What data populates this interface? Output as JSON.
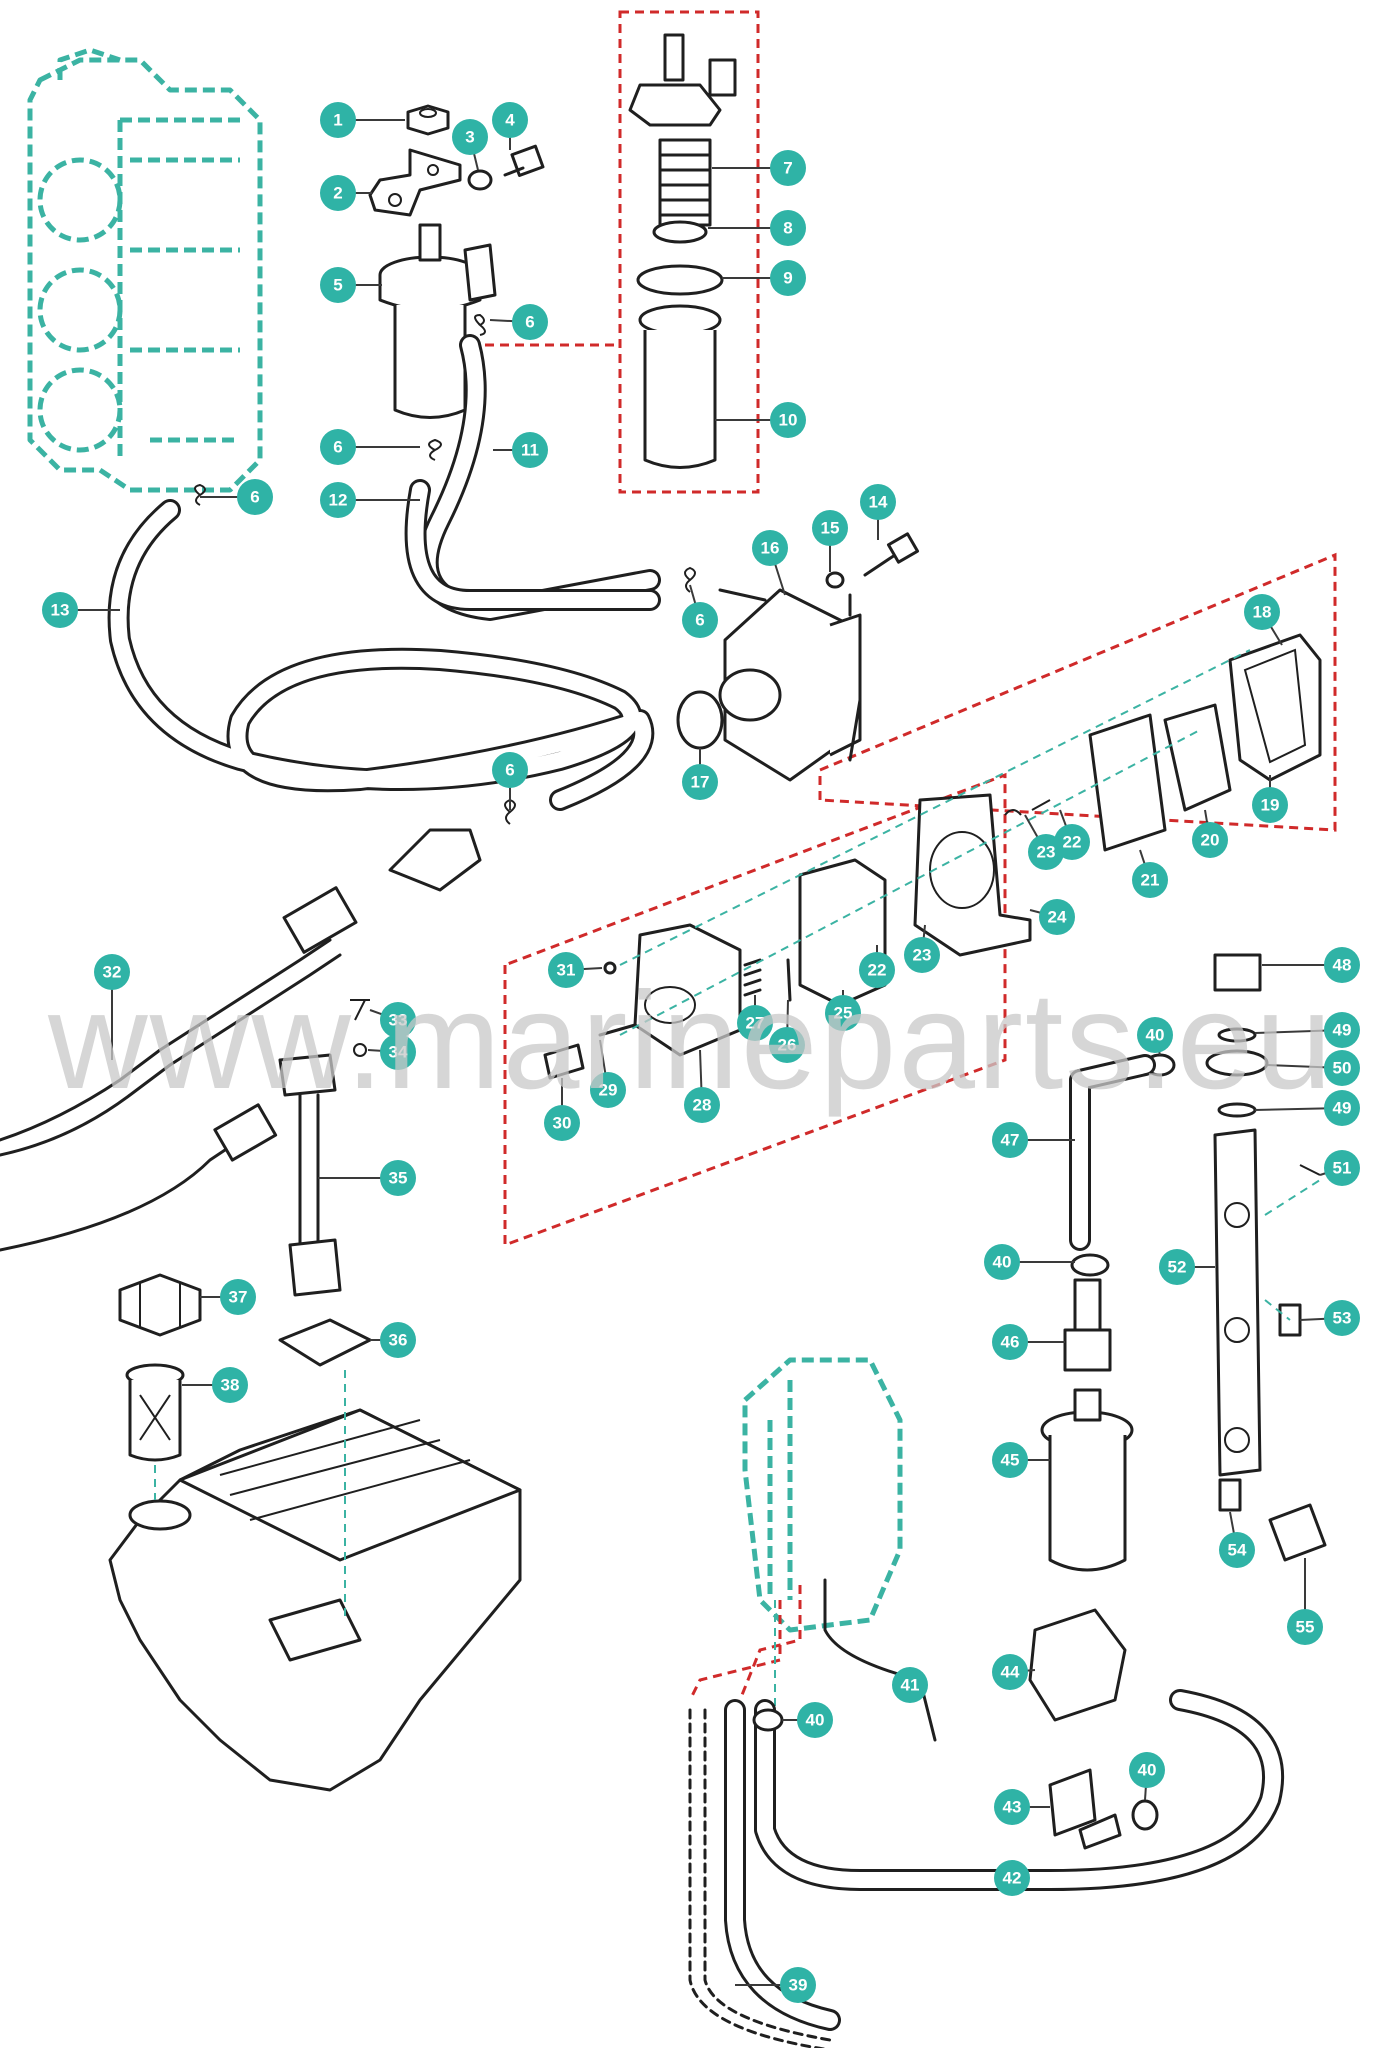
{
  "watermark": "www.marineparts.eu",
  "accent_color": "#2fb3a6",
  "group_box_color": "#d02a2a",
  "engine_outline_color": "#3bb3a3",
  "callouts": [
    "1",
    "2",
    "3",
    "4",
    "5",
    "6",
    "6",
    "6",
    "6",
    "6",
    "7",
    "8",
    "9",
    "10",
    "11",
    "12",
    "13",
    "14",
    "15",
    "16",
    "17",
    "18",
    "19",
    "20",
    "21",
    "22",
    "22",
    "23",
    "23",
    "24",
    "25",
    "26",
    "27",
    "28",
    "29",
    "30",
    "31",
    "32",
    "33",
    "34",
    "35",
    "36",
    "37",
    "38",
    "39",
    "40",
    "40",
    "40",
    "40",
    "41",
    "42",
    "43",
    "44",
    "45",
    "46",
    "47",
    "48",
    "49",
    "49",
    "50",
    "51",
    "52",
    "53",
    "54",
    "55"
  ]
}
